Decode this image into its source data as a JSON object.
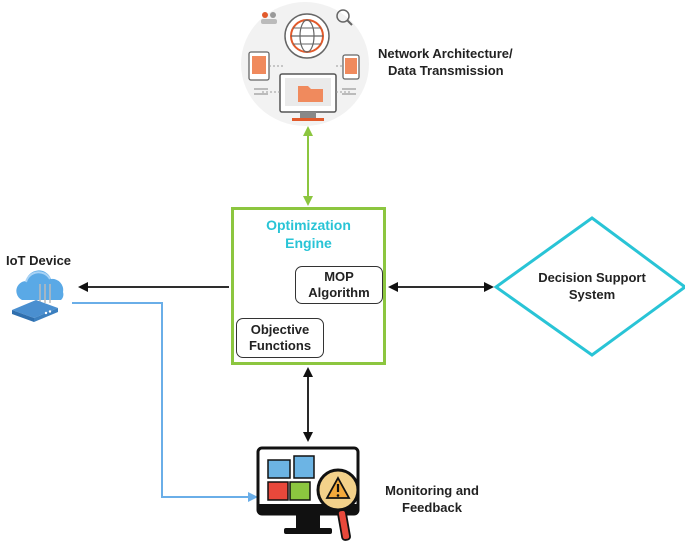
{
  "nodes": {
    "network": {
      "title": "Network Architecture/",
      "subtitle": "Data Transmission",
      "icon": "network-globe-icon"
    },
    "engine": {
      "title_line1": "Optimization",
      "title_line2": "Engine"
    },
    "mop": {
      "line1": "MOP",
      "line2": "Algorithm"
    },
    "objective": {
      "line1": "Objective",
      "line2": "Functions"
    },
    "iot": {
      "label": "IoT Device",
      "icon": "iot-cloud-router-icon"
    },
    "dss": {
      "line1": "Decision Support",
      "line2": "System"
    },
    "monitoring": {
      "line1": "Monitoring and",
      "line2": "Feedback",
      "icon": "monitor-puzzle-warning-icon"
    }
  },
  "colors": {
    "engine_border": "#8cc63f",
    "engine_title": "#29c4d6",
    "dss_border": "#29c4d6",
    "green_arrow": "#8cc63f",
    "blue_arrow": "#6aaee8",
    "black_arrow": "#111111"
  }
}
